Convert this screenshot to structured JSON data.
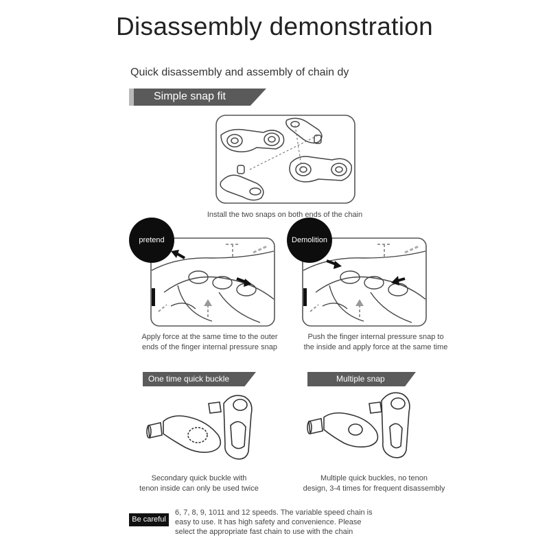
{
  "title": "Disassembly demonstration",
  "subtitle": "Quick disassembly and assembly of chain dy",
  "section_banner": "Simple snap fit",
  "install_caption": "Install the two snaps on both ends of the chain",
  "left_step": {
    "badge": "pretend",
    "caption_line1": "Apply force at the same time to the outer",
    "caption_line2": "ends of the finger internal pressure snap"
  },
  "right_step": {
    "badge": "Demolition",
    "caption_line1": "Push the finger internal pressure snap to",
    "caption_line2": "the inside and apply force at the same time"
  },
  "one_time": {
    "label": "One time quick buckle",
    "caption_line1": "Secondary quick buckle with",
    "caption_line2": "tenon inside can only be used twice"
  },
  "multiple": {
    "label": "Multiple snap",
    "caption_line1": "Multiple quick buckles, no tenon",
    "caption_line2": "design, 3-4 times for frequent disassembly"
  },
  "careful": {
    "label": "Be careful",
    "line1": "6, 7, 8, 9, 1011 and 12 speeds. The variable speed chain is",
    "line2": "easy to use. It has high safety and convenience. Please",
    "line3": "select the appropriate fast chain to use with the chain"
  },
  "colors": {
    "banner_dark": "#5a5a5a",
    "badge": "#0d0d0d",
    "line_art": "#444444"
  }
}
